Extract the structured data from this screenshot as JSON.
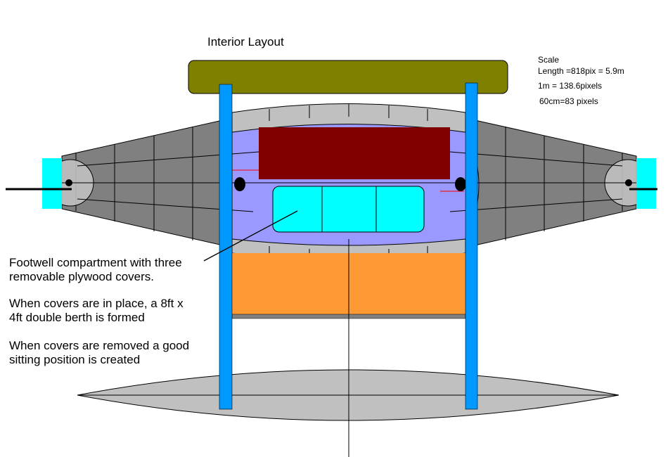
{
  "title": "Interior Layout",
  "scale": {
    "heading": "Scale",
    "length": "Length =818pix =  5.9m",
    "per_meter": "1m = 138.6pixels",
    "per_60cm": "60cm=83 pixels"
  },
  "notes": [
    {
      "line1": "Footwell compartment with three",
      "line2": "removable plywood covers."
    },
    {
      "line1": "When covers are in place, a  8ft x",
      "line2": "4ft double berth is formed"
    },
    {
      "line1": "When covers are removed a good",
      "line2": "sitting position is created"
    }
  ],
  "colors": {
    "olive": "#808000",
    "beam": "#0099ff",
    "hull_dark": "#808080",
    "hull_light": "#c0c0c0",
    "cockpit": "#9999ff",
    "berth": "#800000",
    "footwell": "#00ffff",
    "orange": "#ff9933"
  }
}
